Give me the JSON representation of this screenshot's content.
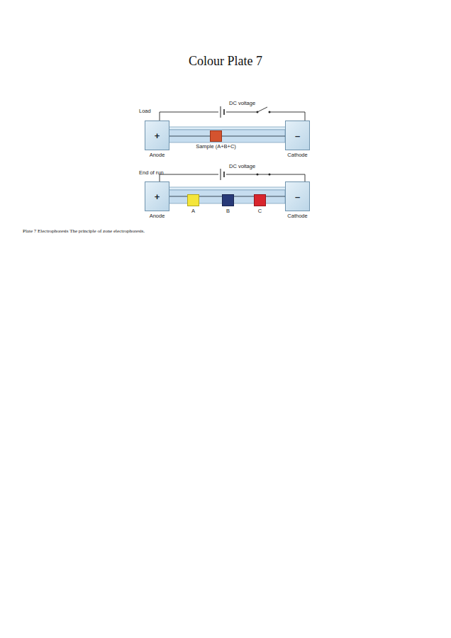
{
  "diagram": {
    "title": "Colour Plate 7",
    "caption": "Plate 7 Electrophoresis The principle of zone electrophoresis.",
    "nodes": [
      {
        "text": [
          "+",
          "Anode"
        ]
      },
      {
        "text": [
          "–",
          "Cathode"
        ]
      },
      {
        "text": [
          "Sample (A+B+C)"
        ]
      },
      {
        "text": [
          "+",
          "Anode"
        ]
      },
      {
        "text": [
          "A"
        ]
      },
      {
        "text": [
          "B"
        ]
      },
      {
        "text": [
          "C"
        ]
      },
      {
        "text": [
          "–",
          "Cathode"
        ]
      }
    ],
    "edges": [
      {
        "from": 0,
        "to": 1,
        "arrow": "none"
      },
      {
        "from": 3,
        "to": 7,
        "arrow": "none"
      }
    ],
    "labels": [
      "Load",
      "DC voltage",
      "End of run",
      "DC voltage"
    ]
  }
}
